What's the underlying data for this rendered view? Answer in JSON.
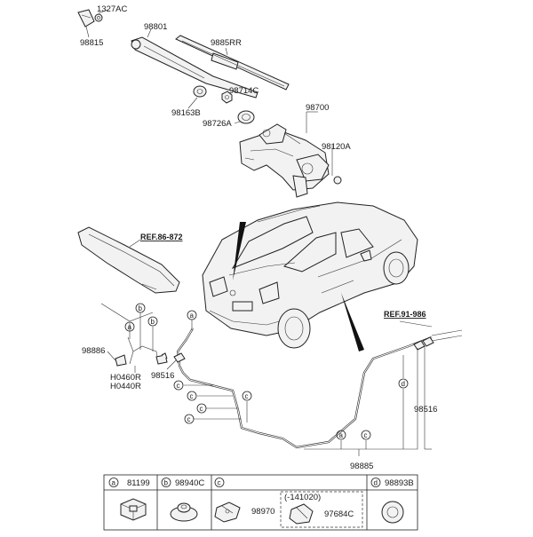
{
  "labels": {
    "p1327ac": "1327AC",
    "p98815": "98815",
    "p98801": "98801",
    "p9885rr": "9885RR",
    "p98163b": "98163B",
    "p98714c": "98714C",
    "p98726a": "98726A",
    "p98700": "98700",
    "p98120a": "98120A",
    "ref86": "REF.86-872",
    "ref91": "REF.91-986",
    "p98886": "98886",
    "h0460r": "H0460R",
    "h0440r": "H0440R",
    "p98516a": "98516",
    "p98516b": "98516",
    "p98885": "98885"
  },
  "callouts": {
    "a": "a",
    "b": "b",
    "c": "c",
    "d": "d"
  },
  "legend": {
    "a_part": "81199",
    "b_part": "98940C",
    "c_part1": "98970",
    "c_note": "(-141020)",
    "c_part2": "97684C",
    "d_part": "98893B"
  }
}
